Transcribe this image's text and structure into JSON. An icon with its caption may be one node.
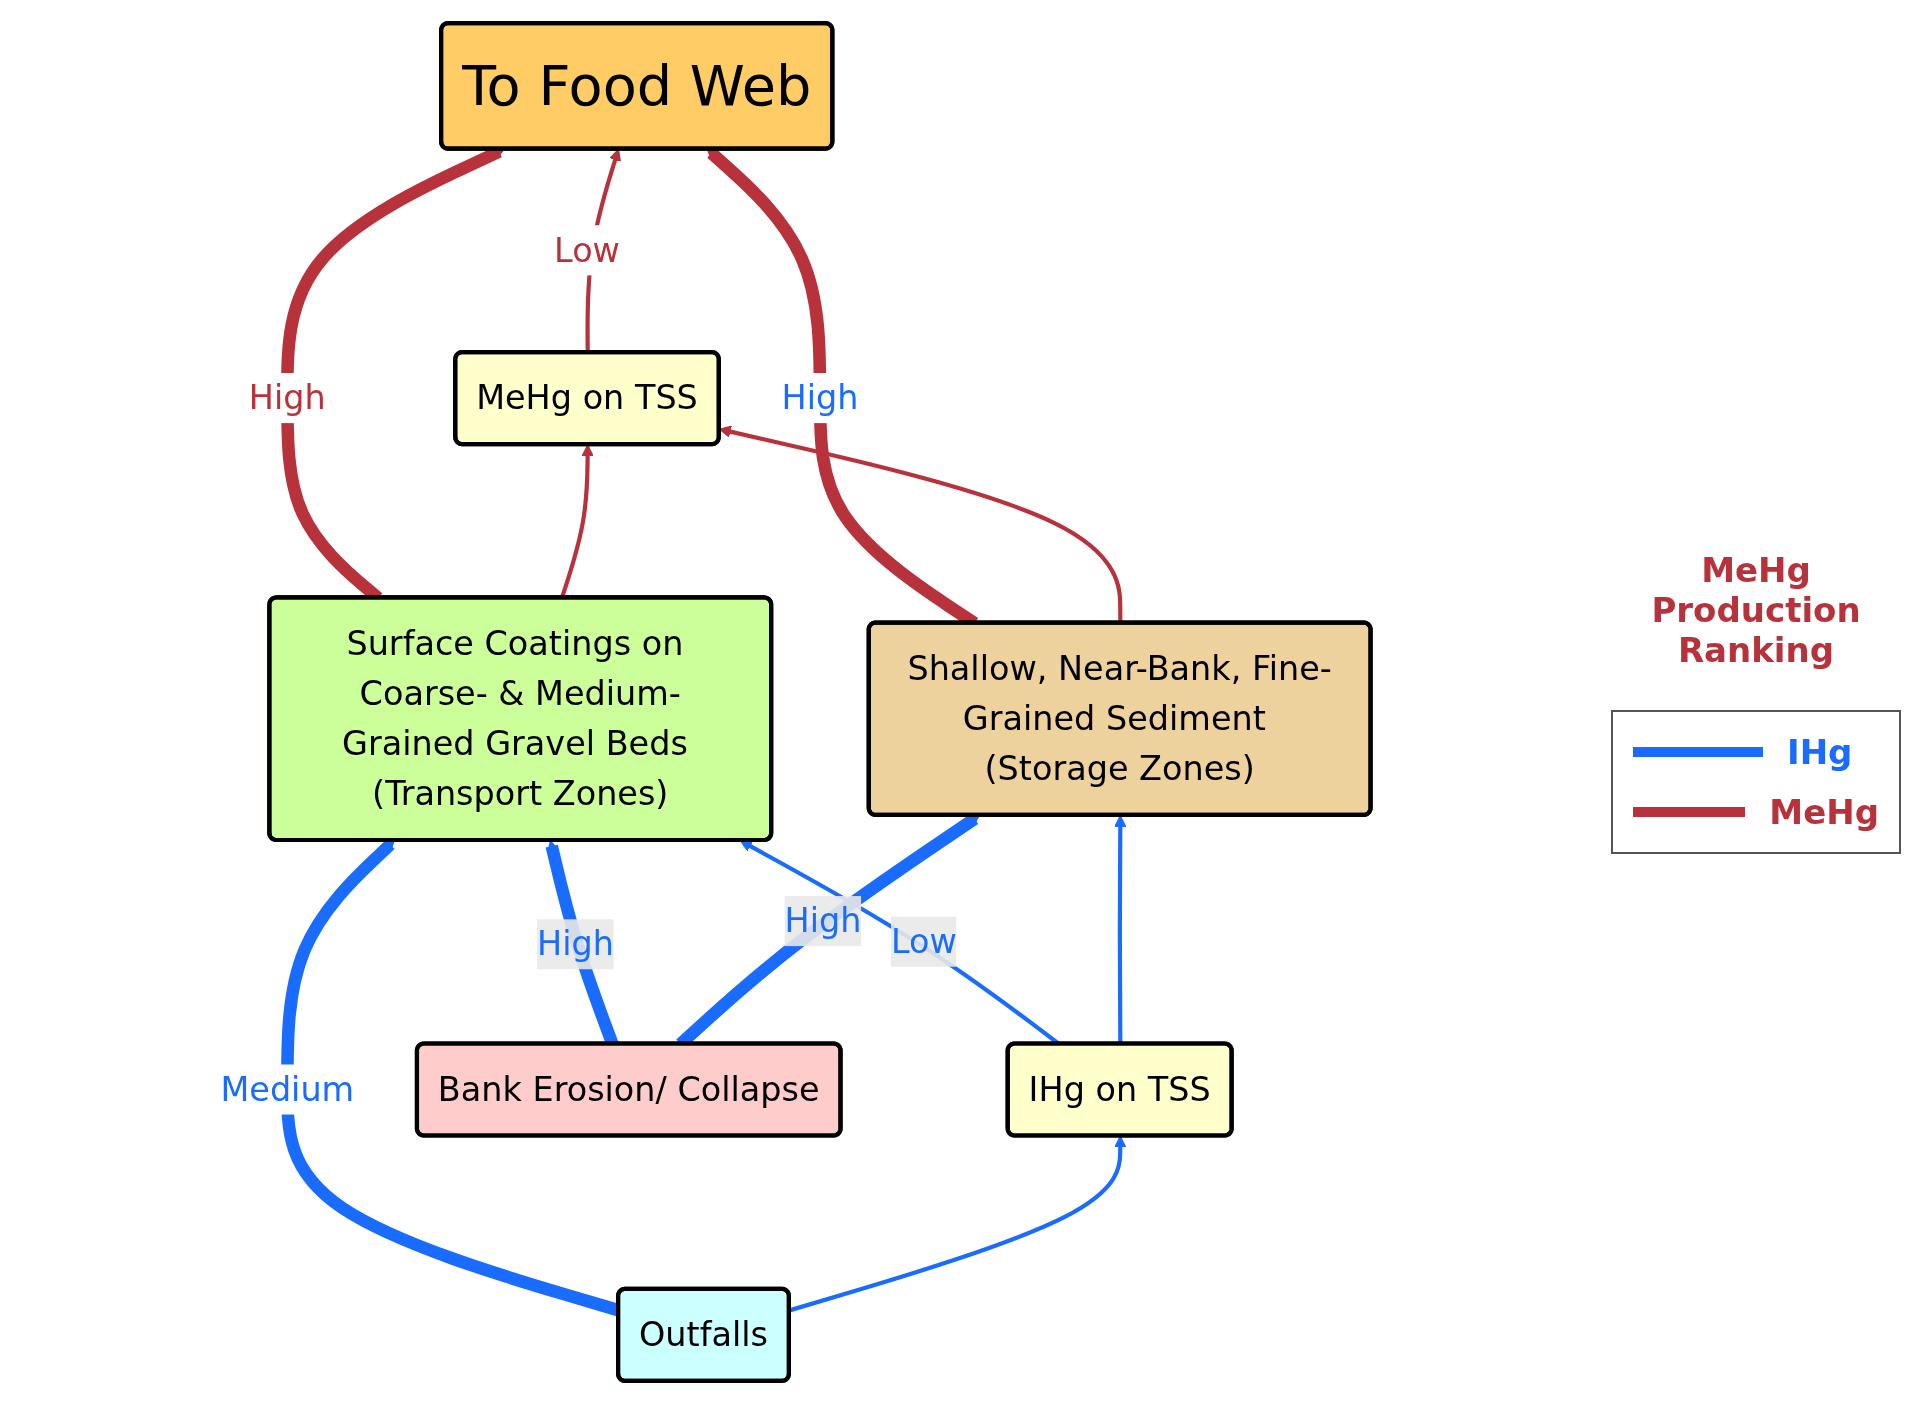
{
  "diagram": {
    "nodes": [
      {
        "text": [
          "To Food Web"
        ]
      },
      {
        "text": [
          "MeHg on TSS"
        ]
      },
      {
        "text": [
          "Surface Coatings on Coarse- & Medium-Grained Gravel Beds (Transport Zones)"
        ]
      },
      {
        "text": [
          "Shallow, Near-Bank, Fine-Grained Sediment (Storage Zones)"
        ]
      },
      {
        "text": [
          "IHg on TSS"
        ]
      },
      {
        "text": [
          "Outfalls"
        ]
      },
      {
        "text": [
          "Bank Erosion/ Collapse"
        ]
      }
    ],
    "edges": [
      {
        "from": 1,
        "to": 0,
        "arrow": "to",
        "label": "Low",
        "color": "#b8323c"
      },
      {
        "from": 2,
        "to": 0,
        "arrow": "to",
        "label": "High",
        "style": "thick",
        "color": "#b8323c"
      },
      {
        "from": 3,
        "to": 0,
        "arrow": "to",
        "label": "High",
        "style": "thick",
        "color": "#b8323c"
      },
      {
        "from": 3,
        "to": 1,
        "arrow": "to",
        "color": "#b8323c"
      },
      {
        "from": 2,
        "to": 1,
        "arrow": "to",
        "color": "#b8323c"
      },
      {
        "from": 5,
        "to": 2,
        "arrow": "to",
        "label": "Medium",
        "style": "thick",
        "color": "#1a6cff"
      },
      {
        "from": 4,
        "to": 2,
        "arrow": "to",
        "label": "Low",
        "color": "#1a6cff"
      },
      {
        "from": 6,
        "to": 2,
        "arrow": "to",
        "label": "High",
        "style": "thick",
        "color": "#1a6cff"
      },
      {
        "from": 4,
        "to": 3,
        "arrow": "to",
        "color": "#1a6cff"
      },
      {
        "from": 6,
        "to": 3,
        "arrow": "to",
        "label": "High",
        "style": "thick",
        "color": "#1a6cff"
      },
      {
        "from": 5,
        "to": 4,
        "arrow": "to",
        "color": "#1a6cff"
      }
    ],
    "labels": [
      "MeHg Production Ranking"
    ],
    "legend": [
      {
        "text": "IHg"
      },
      {
        "text": "MeHg"
      }
    ]
  }
}
